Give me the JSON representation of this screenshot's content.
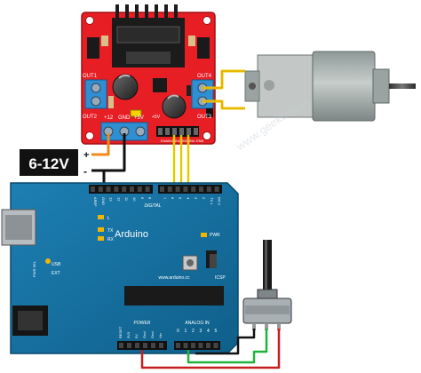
{
  "supply": {
    "voltage": "6-12V",
    "plus": "+",
    "minus": "-"
  },
  "driver": {
    "out1": "OUT1",
    "out2": "OUT2",
    "out3": "OUT3",
    "out4": "OUT4",
    "v12": "+12",
    "gnd": "GND",
    "v5": "+5V",
    "header_labels": [
      "ENA",
      "IN1",
      "IN2",
      "IN3",
      "IN4",
      "ENB"
    ],
    "plus5": "+5V"
  },
  "arduino": {
    "name": "Arduino",
    "url": "www.arduino.cc",
    "digital": "DIGITAL",
    "power": "POWER",
    "analog_in": "ANALOG IN",
    "power_pins": [
      "RESET",
      "3V3",
      "5V",
      "Gnd",
      "Gnd",
      "Vin"
    ],
    "analog_pins": [
      "0",
      "1",
      "2",
      "3",
      "4",
      "5"
    ],
    "digital_pins_top": [
      "AREF",
      "GND",
      "13",
      "12",
      "11",
      "10",
      "9",
      "8",
      "7",
      "6",
      "5",
      "4",
      "3",
      "2",
      "TX 1",
      "RX 0"
    ],
    "led_l": "L",
    "led_tx": "TX",
    "led_rx": "RX",
    "pwr": "PWR",
    "icsp": "ICSP",
    "usb": "USB",
    "ext": "EXT",
    "pwr_sel": "PWR SEL"
  },
  "watermark": "www.geekbus.cc"
}
